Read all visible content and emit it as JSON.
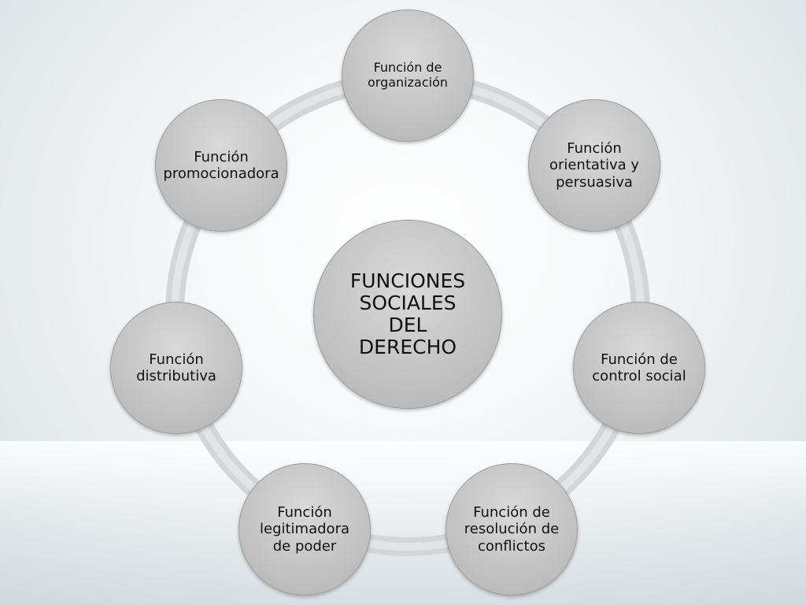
{
  "center": {
    "label": "FUNCIONES SOCIALES DEL DERECHO"
  },
  "nodes": {
    "organizacion": "Función de organización",
    "orientativa": "Función orientativa y persuasiva",
    "control": "Función de control social",
    "resolucion": "Función de resolución de conflictos",
    "legitimadora": "Función legitimadora de poder",
    "distributiva": "Función distributiva",
    "promocionadora": "Función promocionadora"
  },
  "colors": {
    "node_fill": "#c4c4c4",
    "ring": "#d2d5d7",
    "text": "#111111"
  }
}
